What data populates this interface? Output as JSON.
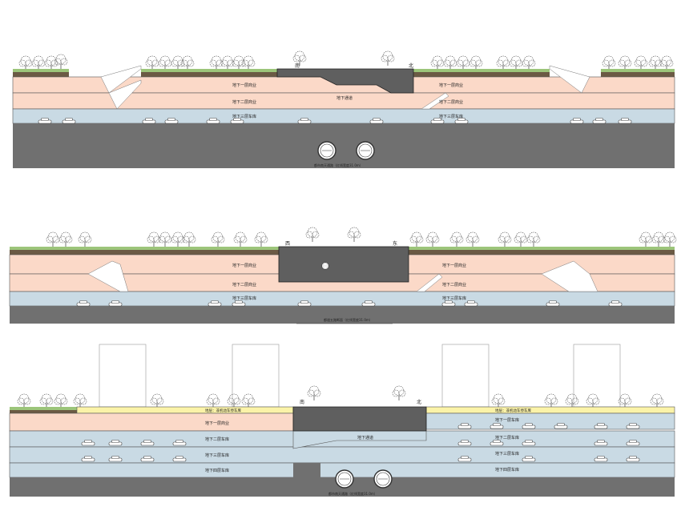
{
  "section1": {
    "dir_left": "南",
    "dir_right": "北",
    "layers": [
      {
        "label": "地下一层商业",
        "label2": "地下一层商业"
      },
      {
        "label": "地下二层商业",
        "label2": "地下二层商业"
      },
      {
        "label": "地下三层车库",
        "label2": "地下三层车库"
      }
    ],
    "center_label": "地下通道",
    "tunnel_label_a": "",
    "tunnel_label_b": "",
    "caption": "都市南天通路（红线宽度31.0m）"
  },
  "section2": {
    "dir_left": "西",
    "dir_right": "东",
    "layers": [
      {
        "label": "地下一层商业",
        "label2": "地下一层商业"
      },
      {
        "label": "地下二层商业",
        "label2": "地下二层商业"
      },
      {
        "label": "地下三层车库",
        "label2": "地下三层车库"
      }
    ],
    "caption": "都道五路断面（红线宽度31.0m）"
  },
  "section3": {
    "dir_left": "南",
    "dir_right": "北",
    "top_label_left": "地层：非机动车停车库",
    "top_label_right": "地层：非机动车停车库",
    "layers": [
      {
        "label": "地下一层商业",
        "label2": "地下一层车库"
      },
      {
        "label": "地下二层车库",
        "label2": "地下二层车库"
      },
      {
        "label": "地下三层车库",
        "label2": "地下三层车库"
      },
      {
        "label": "地下四层车库",
        "label2": "地下四层车库"
      }
    ],
    "center_label": "地下通道",
    "caption": "都市南天通路（红线宽度31.0m）"
  },
  "colors": {
    "pink": "#fbd9c8",
    "blue": "#c9dae4",
    "gray": "#707070",
    "dark": "#5f5f5f",
    "soil": "#6b5a44",
    "grass": "#9cc57a",
    "yellow": "#fbf3a8"
  }
}
